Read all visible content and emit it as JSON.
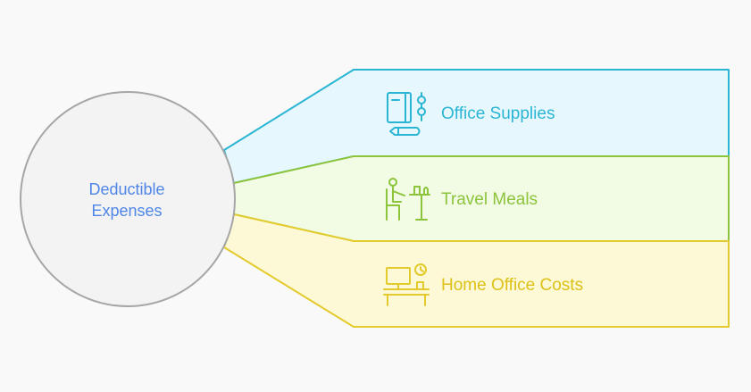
{
  "center": {
    "line1": "Deductible",
    "line2": "Expenses",
    "text_color": "#4f86e8",
    "fill": "#f3f3f3",
    "stroke": "#a6a6a6"
  },
  "branches": [
    {
      "label": "Office Supplies",
      "icon": "notebook-pen-icon",
      "stroke": "#2bb5d4",
      "fill": "#e6f8fd",
      "text_color": "#2bb5d4"
    },
    {
      "label": "Travel Meals",
      "icon": "person-at-table-icon",
      "stroke": "#8cc43c",
      "fill": "#f2fbe3",
      "text_color": "#8cc43c"
    },
    {
      "label": "Home Office Costs",
      "icon": "desk-computer-clock-icon",
      "stroke": "#e3cb2d",
      "fill": "#fdf8d6",
      "text_color": "#dcc118"
    }
  ]
}
